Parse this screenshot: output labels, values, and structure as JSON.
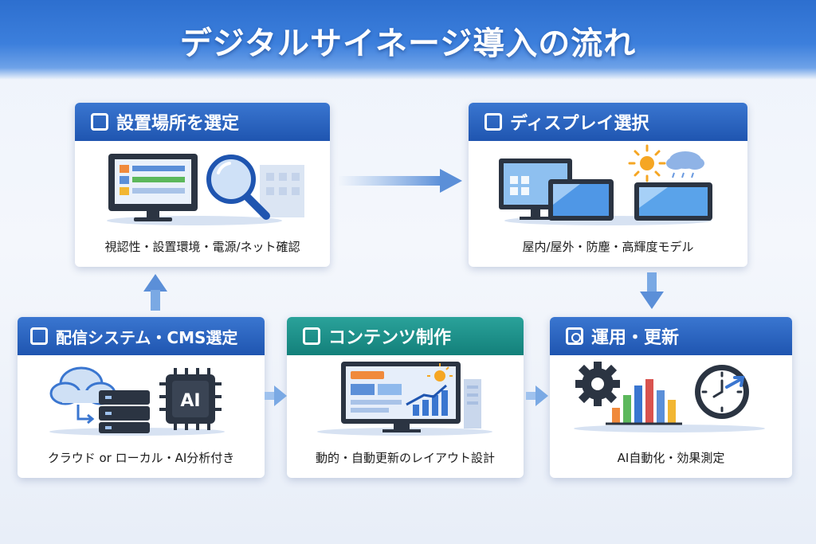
{
  "title": "デジタルサイネージ導入の流れ",
  "steps": [
    {
      "title": "設置場所を選定",
      "caption": "視認性・設置環境・電源/ネット確認",
      "icon": "checkbox-icon"
    },
    {
      "title": "ディスプレイ選択",
      "caption": "屋内/屋外・防塵・高輝度モデル",
      "icon": "checkbox-icon"
    },
    {
      "title": "配信システム・CMS選定",
      "caption": "クラウド or ローカル・AI分析付き",
      "icon": "checkbox-icon",
      "chip_label": "AI"
    },
    {
      "title": "コンテンツ制作",
      "caption": "動的・自動更新のレイアウト設計",
      "icon": "checkbox-icon"
    },
    {
      "title": "運用・更新",
      "caption": "AI自動化・効果測定",
      "icon": "gear-icon"
    }
  ],
  "colors": {
    "header_blue": "#1f55b0",
    "header_teal": "#13807a",
    "banner": "#2d6fcf",
    "arrow": "#7aa9e4"
  }
}
